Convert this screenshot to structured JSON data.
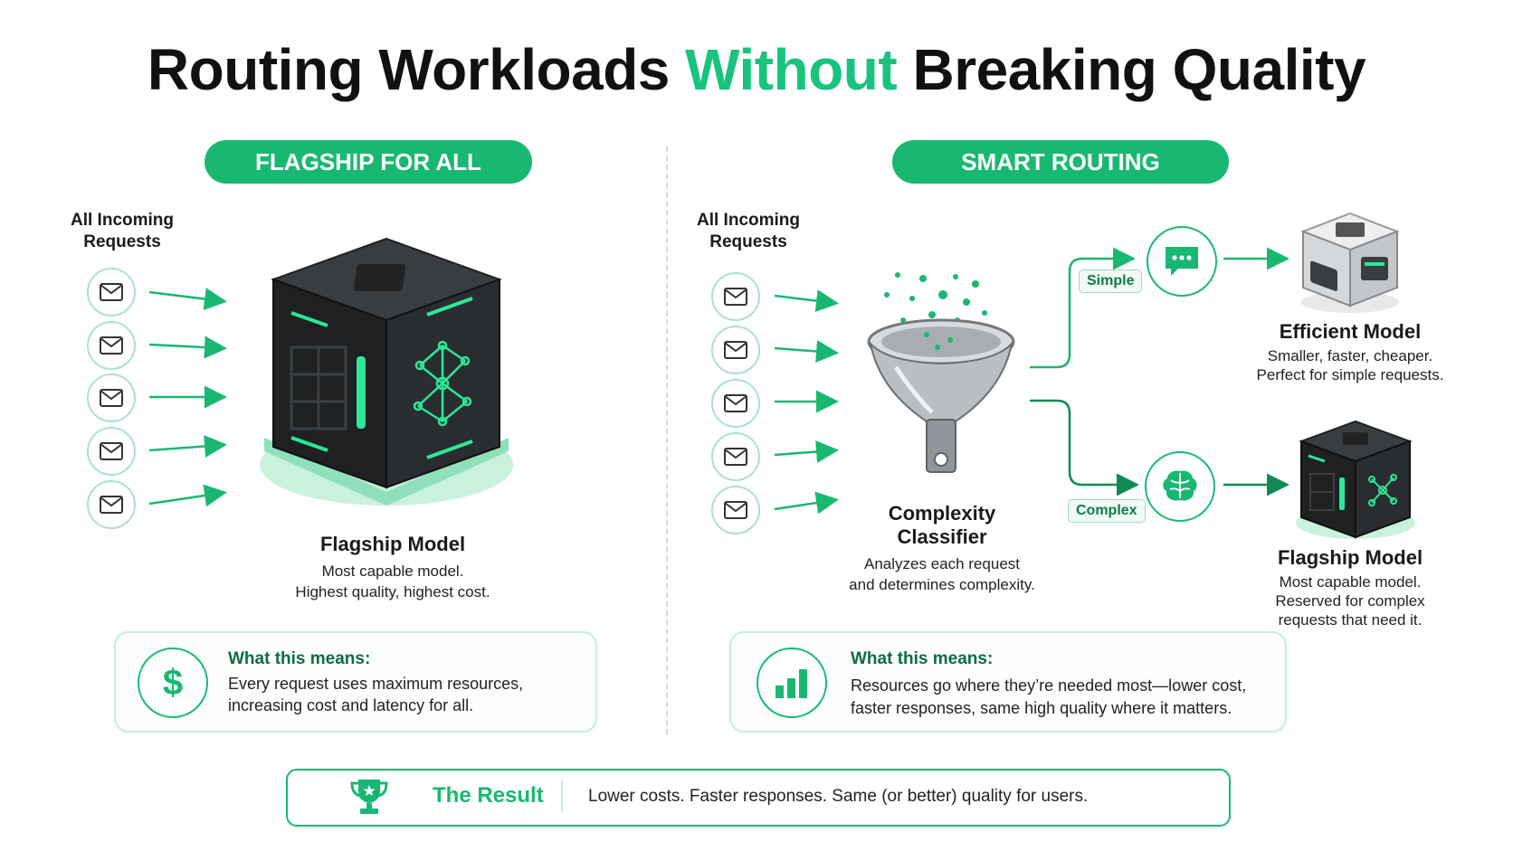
{
  "title": {
    "part1": "Routing Workloads ",
    "accent": "Without",
    "part2": " Breaking Quality"
  },
  "left": {
    "pill": "FLAGSHIP FOR ALL",
    "incoming_label": "All Incoming Requests",
    "model_title": "Flagship Model",
    "model_desc_1": "Most capable model.",
    "model_desc_2": "Highest quality, highest cost.",
    "card_head": "What this means:",
    "card_text_1": "Every request uses maximum resources,",
    "card_text_2": "increasing cost and latency for all."
  },
  "right": {
    "pill": "SMART ROUTING",
    "incoming_label": "All Incoming Requests",
    "classifier_title_1": "Complexity",
    "classifier_title_2": "Classifier",
    "classifier_desc_1": "Analyzes each request",
    "classifier_desc_2": "and determines complexity.",
    "simple_tag": "Simple",
    "complex_tag": "Complex",
    "efficient_title": "Efficient Model",
    "efficient_desc_1": "Smaller, faster, cheaper.",
    "efficient_desc_2": "Perfect for simple requests.",
    "flagship_title": "Flagship Model",
    "flagship_desc_1": "Most capable model.",
    "flagship_desc_2": "Reserved for complex",
    "flagship_desc_3": "requests that need it.",
    "card_head": "What this means:",
    "card_text_1": "Resources go where they’re needed most—lower cost,",
    "card_text_2": "faster responses, same high quality where it matters."
  },
  "result": {
    "label": "The Result",
    "text": "Lower costs. Faster responses. Same (or better) quality for users."
  },
  "icons": [
    "mail-icon",
    "flagship-cube-icon",
    "funnel-icon",
    "chat-icon",
    "brain-icon",
    "efficient-cube-icon",
    "dollar-icon",
    "bar-chart-icon",
    "trophy-icon"
  ],
  "colors": {
    "accent": "#19b872",
    "title_accent": "#19c37d",
    "dark_green_text": "#0e6b43"
  }
}
